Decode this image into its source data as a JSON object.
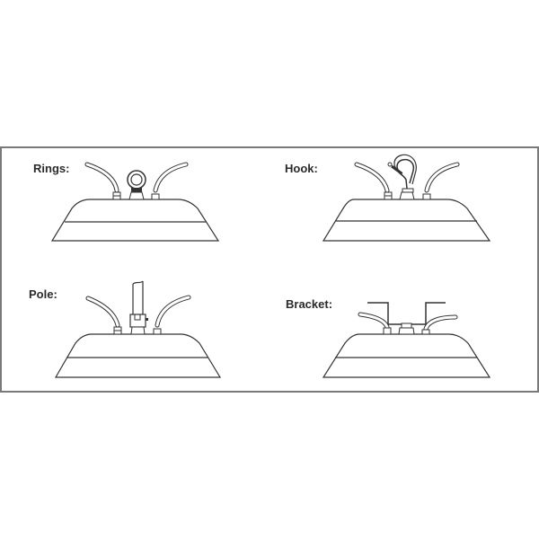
{
  "diagram": {
    "title": "",
    "panels": [
      {
        "id": "rings",
        "label": "Rings:"
      },
      {
        "id": "hook",
        "label": "Hook:"
      },
      {
        "id": "pole",
        "label": "Pole:"
      },
      {
        "id": "bracket",
        "label": "Bracket:"
      }
    ]
  },
  "colors": {
    "frame": "#7a7a7a",
    "stroke": "#333333",
    "text": "#2a2a2a"
  }
}
